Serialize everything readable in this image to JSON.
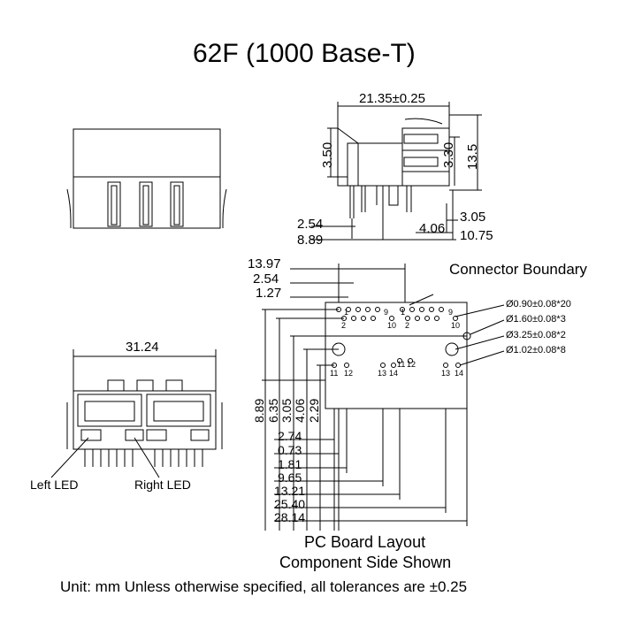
{
  "title": "62F (1000 Base-T)",
  "side_view": {
    "width": "21.35±0.25",
    "dim_3_50": "3.50",
    "dim_3_30": "3.30",
    "dim_13_5": "13.5",
    "dim_2_54": "2.54",
    "dim_8_89": "8.89",
    "dim_4_06": "4.06",
    "dim_3_05": "3.05",
    "dim_10_75": "10.75"
  },
  "front_view": {
    "width": "31.24",
    "left_led": "Left LED",
    "right_led": "Right LED"
  },
  "pcb_layout": {
    "connector_boundary": "Connector Boundary",
    "left_dims": [
      "13.97",
      "2.54",
      "1.27"
    ],
    "vertical_dims": [
      "8.89",
      "6.35",
      "3.05",
      "4.06",
      "2.29"
    ],
    "bottom_dims": [
      "2.74",
      "0.73",
      "1.81",
      "9.65",
      "13.21",
      "25.40",
      "28.14"
    ],
    "hole_specs": [
      "Ø0.90±0.08*20",
      "Ø1.60±0.08*3",
      "Ø3.25±0.08*2",
      "Ø1.02±0.08*8"
    ],
    "pin_labels": {
      "p1a": "1",
      "p9a": "9",
      "p2a": "2",
      "p10a": "10",
      "p1b": "1",
      "p9b": "9",
      "p2b": "2",
      "p10b": "10",
      "p11a": "11",
      "p12a": "12",
      "p13a": "13",
      "p14a": "14",
      "p11b": "11",
      "p12b": "12",
      "p13b": "13",
      "p14b": "14"
    },
    "caption_line1": "PC Board Layout",
    "caption_line2": "Component Side Shown"
  },
  "footer": "Unit: mm Unless otherwise specified, all tolerances are ±0.25"
}
